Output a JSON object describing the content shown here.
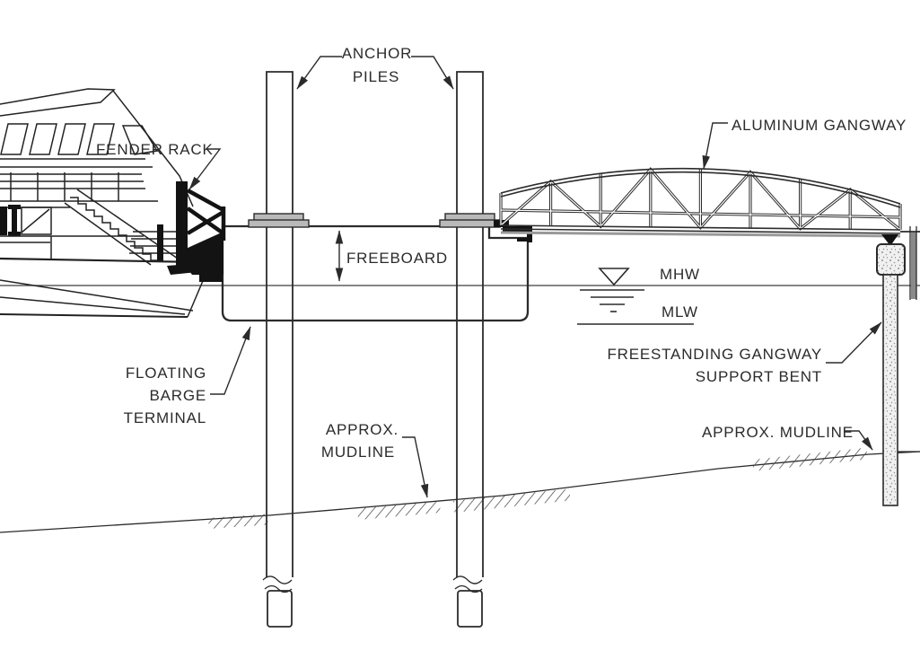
{
  "diagram": {
    "type": "engineering-section-elevation",
    "subject": "Floating barge ferry terminal with anchor piles and aluminum gangway",
    "colors": {
      "line": "#2b2b2b",
      "background": "#ffffff",
      "pile_guide_fill": "#b9b9b9",
      "fender_fill": "#131313",
      "timber_pile_fill": "#f2f2f2",
      "gangway_deck": "#999999"
    }
  },
  "labels": {
    "anchor_piles": {
      "line1": "ANCHOR",
      "line2": "PILES"
    },
    "fender_rack": "FENDER RACK",
    "aluminum_gangway": "ALUMINUM GANGWAY",
    "freeboard": "FREEBOARD",
    "mhw": "MHW",
    "mlw": "MLW",
    "floating_barge_terminal": {
      "line1": "FLOATING",
      "line2": "BARGE",
      "line3": "TERMINAL"
    },
    "approx_mudline_left": {
      "line1": "APPROX.",
      "line2": "MUDLINE"
    },
    "freestanding_gangway_support_bent": {
      "line1": "FREESTANDING GANGWAY",
      "line2": "SUPPORT BENT"
    },
    "approx_mudline_right": "APPROX. MUDLINE"
  }
}
